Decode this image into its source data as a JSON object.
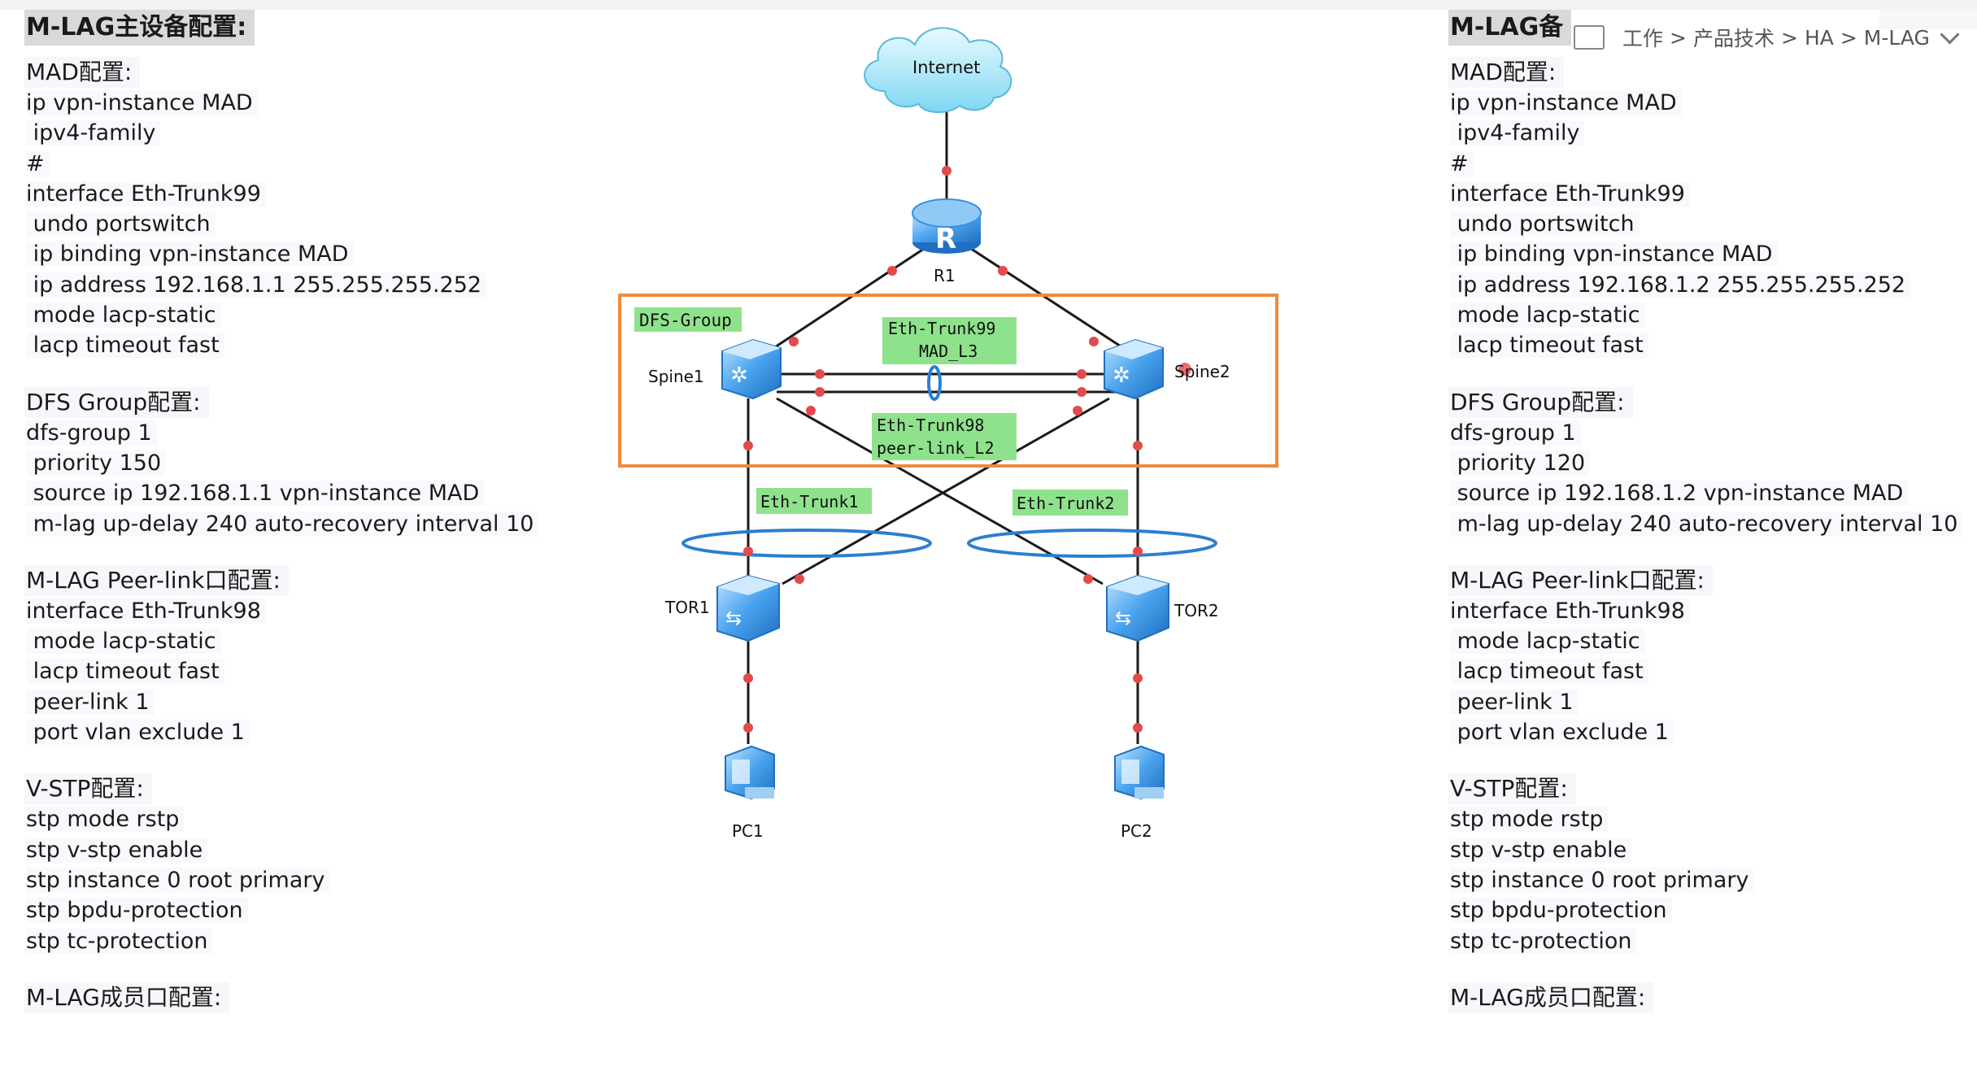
{
  "left": {
    "title": "M-LAG主设备配置:",
    "sections": [
      {
        "heading": "MAD配置:",
        "lines": [
          "ip vpn-instance MAD",
          " ipv4-family",
          "#",
          "interface Eth-Trunk99",
          " undo portswitch",
          " ip binding vpn-instance MAD",
          " ip address 192.168.1.1 255.255.255.252",
          " mode lacp-static",
          " lacp timeout fast"
        ]
      },
      {
        "heading": "DFS Group配置:",
        "lines": [
          "dfs-group 1",
          " priority 150",
          " source ip 192.168.1.1 vpn-instance MAD",
          " m-lag up-delay 240 auto-recovery interval 10"
        ]
      },
      {
        "heading": "M-LAG Peer-link口配置:",
        "lines": [
          "interface Eth-Trunk98",
          " mode lacp-static",
          " lacp timeout fast",
          " peer-link 1",
          " port vlan exclude 1"
        ]
      },
      {
        "heading": "V-STP配置:",
        "lines": [
          "stp mode rstp",
          "stp v-stp enable",
          "stp instance 0 root primary",
          "stp bpdu-protection",
          "stp tc-protection"
        ]
      },
      {
        "heading": "M-LAG成员口配置:",
        "lines": []
      }
    ]
  },
  "right": {
    "title": "M-LAG备",
    "sections": [
      {
        "heading": "MAD配置:",
        "lines": [
          "ip vpn-instance MAD",
          " ipv4-family",
          "#",
          "interface Eth-Trunk99",
          " undo portswitch",
          " ip binding vpn-instance MAD",
          " ip address 192.168.1.2 255.255.255.252",
          " mode lacp-static",
          " lacp timeout fast"
        ]
      },
      {
        "heading": "DFS Group配置:",
        "lines": [
          "dfs-group 1",
          " priority 120",
          " source ip 192.168.1.2 vpn-instance MAD",
          " m-lag up-delay 240 auto-recovery interval 10"
        ]
      },
      {
        "heading": "M-LAG Peer-link口配置:",
        "lines": [
          "interface Eth-Trunk98",
          " mode lacp-static",
          " lacp timeout fast",
          " peer-link 1",
          " port vlan exclude 1"
        ]
      },
      {
        "heading": "V-STP配置:",
        "lines": [
          "stp mode rstp",
          "stp v-stp enable",
          "stp instance 0 root primary",
          "stp bpdu-protection",
          "stp tc-protection"
        ]
      },
      {
        "heading": "M-LAG成员口配置:",
        "lines": []
      }
    ]
  },
  "breadcrumb": {
    "items": [
      "工作",
      "产品技术",
      "HA",
      "M-LAG"
    ],
    "separator": ">"
  },
  "topology": {
    "internet": "Internet",
    "router": "R1",
    "router_glyph": "R",
    "spine1": "Spine1",
    "spine2": "Spine2",
    "tor1": "TOR1",
    "tor2": "TOR2",
    "pc1": "PC1",
    "pc2": "PC2",
    "dfs_group": "DFS-Group",
    "trunk99_line1": "Eth-Trunk99",
    "trunk99_line2": "MAD_L3",
    "trunk98_line1": "Eth-Trunk98",
    "trunk98_line2": "peer-link_L2",
    "trunk1": "Eth-Trunk1",
    "trunk2": "Eth-Trunk2",
    "colors": {
      "dfs_box": "#f08a3c",
      "label_bg": "#8fe28c",
      "ellipse": "#2a7fd0",
      "port_dot": "#e34a4a",
      "device": "#3a8fe0"
    }
  }
}
